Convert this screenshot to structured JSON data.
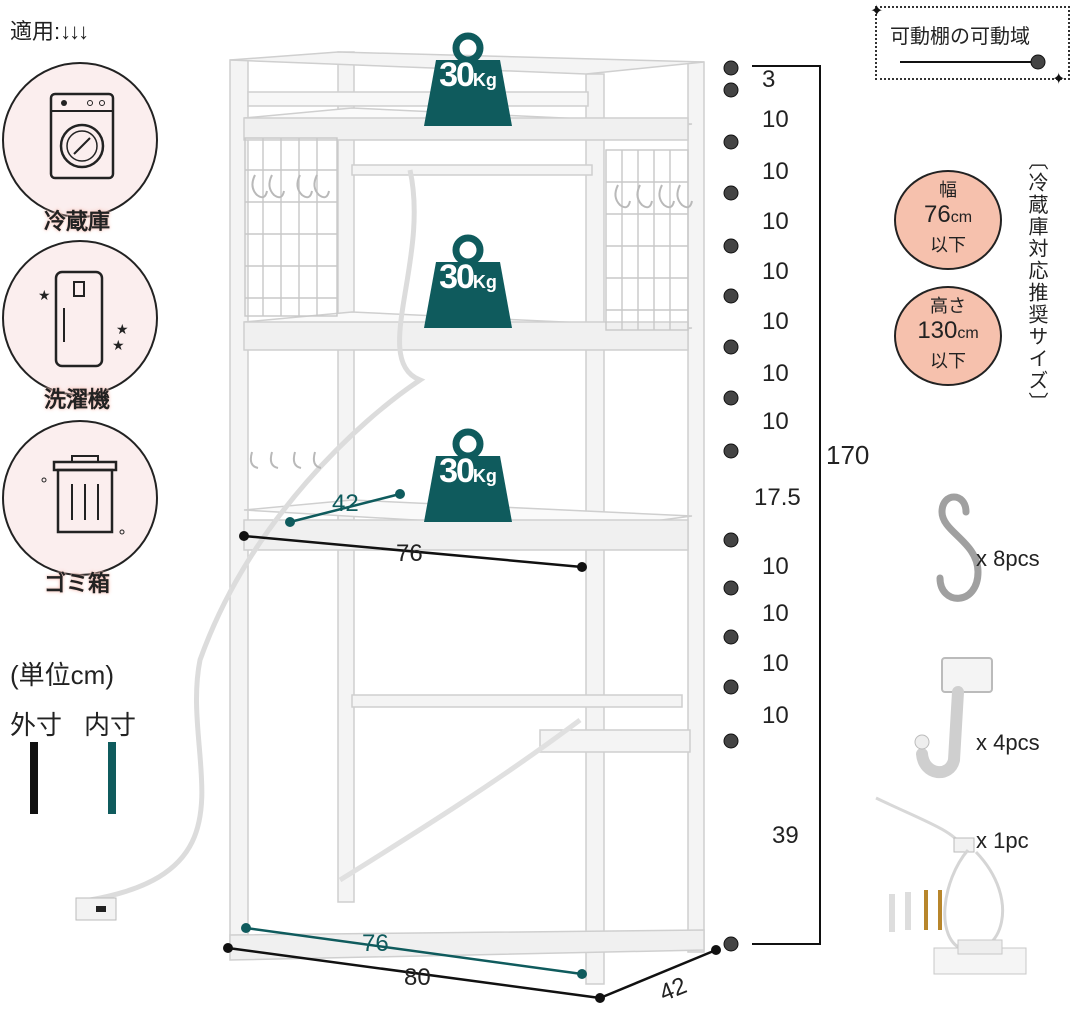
{
  "header": {
    "suitable_label": "適用:",
    "arrows": "↓↓↓"
  },
  "categories": [
    {
      "label": "冷蔵庫",
      "icon": "washing-machine-icon"
    },
    {
      "label": "洗濯機",
      "icon": "refrigerator-icon"
    },
    {
      "label": "ゴミ箱",
      "icon": "trash-can-icon"
    }
  ],
  "legend": {
    "unit": "(単位cm)",
    "outer": "外寸",
    "inner": "内寸",
    "outer_color": "#111111",
    "inner_color": "#0f5b5d"
  },
  "load_badges": [
    {
      "value": "30",
      "unit": "Kg"
    },
    {
      "value": "30",
      "unit": "Kg"
    },
    {
      "value": "30",
      "unit": "Kg"
    }
  ],
  "shelf_dims": {
    "shelf_depth": "42",
    "shelf_width": "76",
    "base_inner_width": "76",
    "outer_width": "80",
    "outer_depth": "42"
  },
  "adjust_gaps": [
    "3",
    "10",
    "10",
    "10",
    "10",
    "10",
    "10",
    "10",
    "17.5",
    "10",
    "10",
    "10",
    "10",
    "39"
  ],
  "total_height": "170",
  "range_legend": {
    "title": "可動棚の可動域"
  },
  "fit_sizes": {
    "title": "〔冷蔵庫対応推奨サイズ〕",
    "width": {
      "label": "幅",
      "value": "76",
      "unit": "cm",
      "sub": "以下"
    },
    "height": {
      "label": "高さ",
      "value": "130",
      "unit": "cm",
      "sub": "以下"
    }
  },
  "accessories": [
    {
      "icon": "s-hook-icon",
      "qty": "x 8pcs"
    },
    {
      "icon": "wall-hook-icon",
      "qty": "x 4pcs"
    },
    {
      "icon": "anti-tip-strap-icon",
      "qty": "x 1pc"
    }
  ],
  "colors": {
    "accent_teal": "#0f5b5d",
    "pink_bg": "#fbeeee",
    "salmon": "#f6c1ad"
  }
}
